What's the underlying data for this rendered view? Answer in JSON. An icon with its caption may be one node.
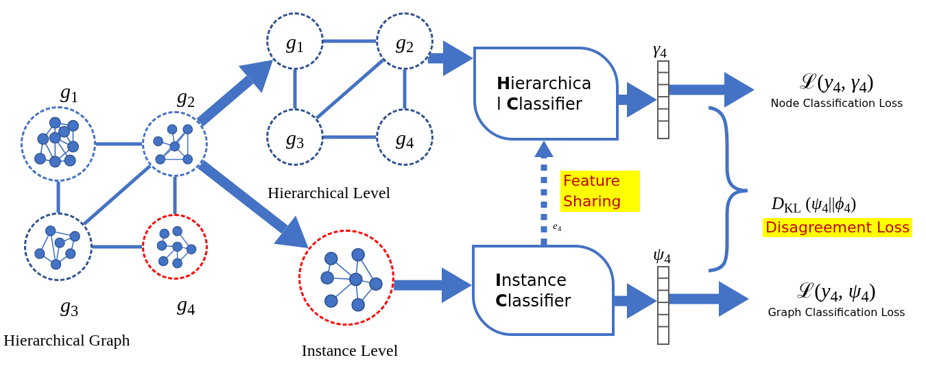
{
  "diagram": {
    "nodes": [
      {
        "text": [
          "*g*$_{1}$"
        ]
      },
      {
        "text": [
          "*g*$_{2}$"
        ]
      },
      {
        "text": [
          "*g*$_{3}$"
        ]
      },
      {
        "text": [
          "*g*$_{4}$"
        ]
      },
      {
        "text": [
          "*g*$_{1}$"
        ]
      },
      {
        "text": [
          "*g*$_{2}$"
        ]
      },
      {
        "text": [
          "*g*$_{3}$"
        ]
      },
      {
        "text": [
          "*g*$_{4}$"
        ]
      },
      {
        "text": [],
        "shape": "circle",
        "beside": [
          "Instance Level"
        ]
      },
      {
        "text": [
          "**H**ierarchica l **C**lassifier"
        ]
      },
      {
        "text": [
          "**I**nstance **C**lassifier"
        ]
      },
      {
        "text": [
          "*γ*$_{4}$"
        ]
      },
      {
        "text": [
          "*ψ*$_{4}$"
        ]
      },
      {
        "text": [
          "ℒ(*y*$_{4}$, *γ*$_{4}$)",
          "Node Classification Loss"
        ]
      },
      {
        "text": [
          "ℒ(*y*$_{4}$, *ψ*$_{4}$)",
          "Graph Classification Loss"
        ]
      }
    ],
    "edges": [
      {
        "from": 0,
        "to": 1,
        "arrow": "none"
      },
      {
        "from": 0,
        "to": 2,
        "arrow": "none"
      },
      {
        "from": 1,
        "to": 2,
        "arrow": "none"
      },
      {
        "from": 1,
        "to": 3,
        "arrow": "none"
      },
      {
        "from": 2,
        "to": 3,
        "arrow": "none"
      },
      {
        "from": 4,
        "to": 5,
        "arrow": "none"
      },
      {
        "from": 4,
        "to": 6,
        "arrow": "none"
      },
      {
        "from": 5,
        "to": 6,
        "arrow": "none"
      },
      {
        "from": 5,
        "to": 7,
        "arrow": "none"
      },
      {
        "from": 6,
        "to": 7,
        "arrow": "none"
      },
      {
        "from": 1,
        "to": 4,
        "arrow": "to",
        "style": "thick"
      },
      {
        "from": 1,
        "to": 8,
        "arrow": "to",
        "style": "thick"
      },
      {
        "from": 5,
        "to": 9,
        "arrow": "to",
        "style": "thick"
      },
      {
        "from": 8,
        "to": 10,
        "arrow": "to",
        "style": "thick"
      },
      {
        "from": 10,
        "to": 9,
        "arrow": "to",
        "style": "dashed",
        "label": "Feature Sharing"
      },
      {
        "from": 9,
        "to": 11,
        "arrow": "to",
        "style": "thick"
      },
      {
        "from": 10,
        "to": 12,
        "arrow": "to",
        "style": "thick"
      },
      {
        "from": 11,
        "to": 13,
        "arrow": "to",
        "style": "thick"
      },
      {
        "from": 12,
        "to": 14,
        "arrow": "to",
        "style": "thick"
      }
    ],
    "labels": [
      "Hierarchical Graph",
      "Hierarchical Level",
      "*e*$_{4}$",
      "*D*$_{KL}$ (*ψ*$_{4}$||*ϕ*$_{4}$)",
      "Disagreement Loss"
    ]
  }
}
